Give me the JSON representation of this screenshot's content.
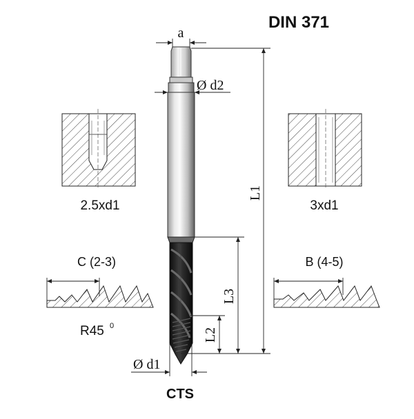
{
  "title": "DIN 371",
  "footer_label": "CTS",
  "dimensions": {
    "a": "a",
    "d2": "Ø d2",
    "d1": "Ø d1",
    "L1": "L1",
    "L2": "L2",
    "L3": "L3"
  },
  "holes": {
    "blind": {
      "label": "2.5xd1"
    },
    "through": {
      "label": "3xd1"
    }
  },
  "chamfers": {
    "left": {
      "label": "C (2-3)",
      "angle_label": "R45",
      "angle_unit": "0"
    },
    "right": {
      "label": "B (4-5)"
    }
  },
  "colors": {
    "ink": "#111111",
    "hatch": "#444444",
    "shank_light": "#f2f2f2",
    "shank_dark": "#6a6a6a",
    "flute_dark": "#1c1c1c"
  }
}
